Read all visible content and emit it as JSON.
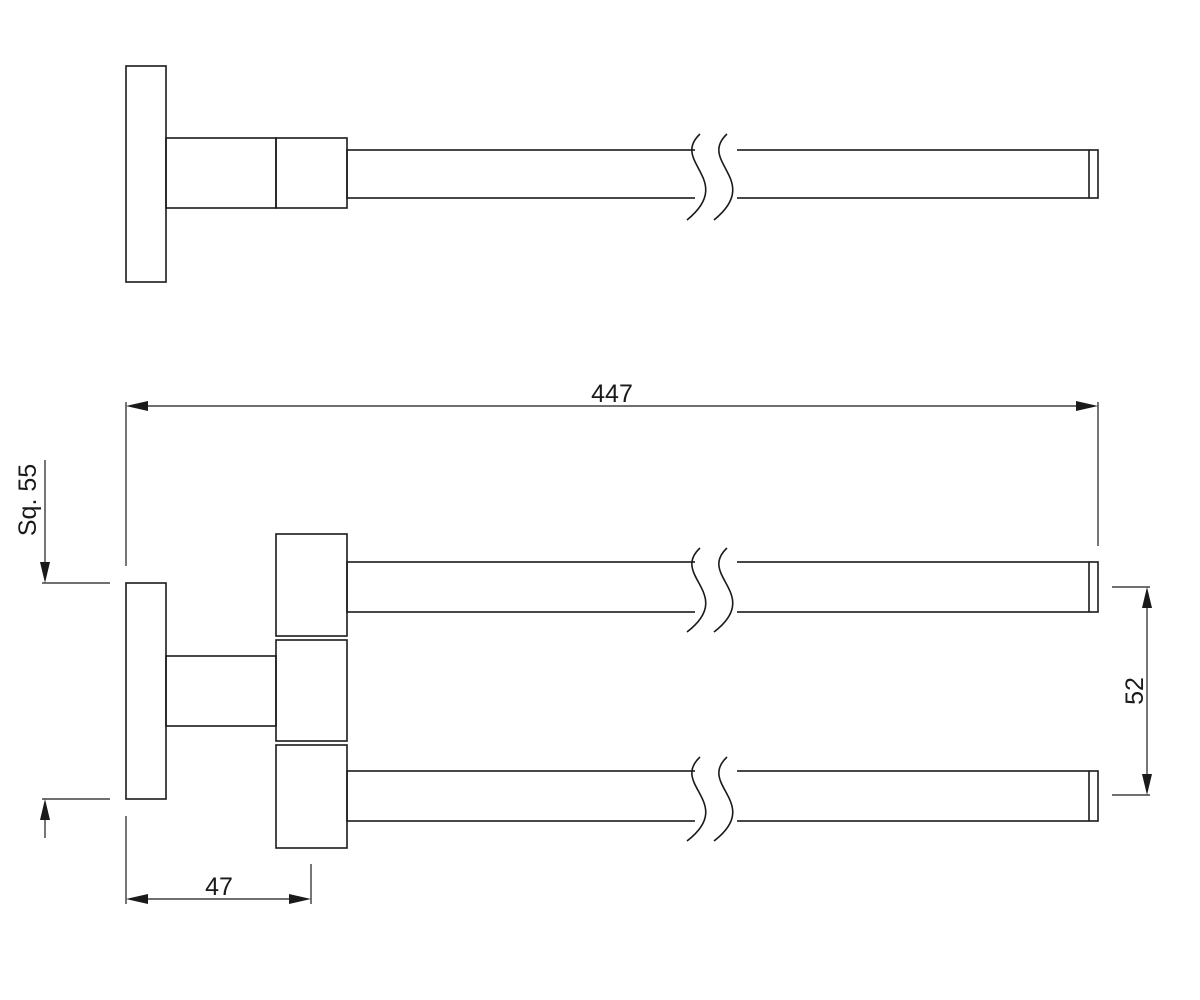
{
  "dimensions": {
    "overall_length": "447",
    "plate_square": "Sq. 55",
    "arm_spacing": "52",
    "plate_to_hub": "47"
  },
  "colors": {
    "line": "#1a1a1a",
    "background": "#ffffff"
  }
}
